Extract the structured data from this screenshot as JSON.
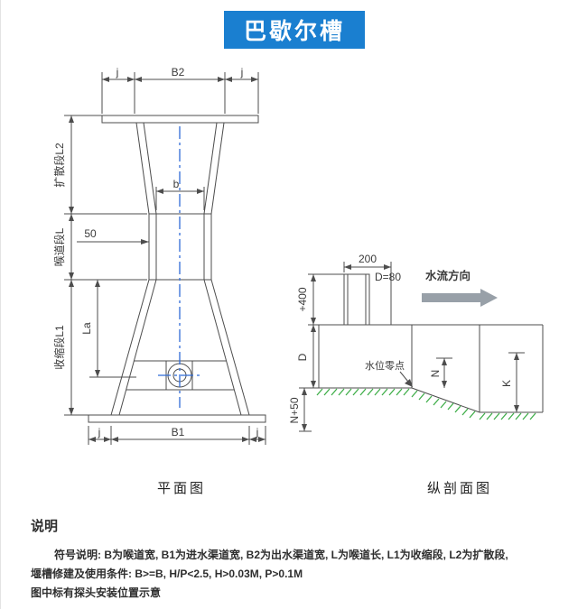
{
  "title": "巴歇尔槽",
  "plan": {
    "caption": "平面图",
    "dim_j_top_left": "j",
    "dim_b2": "B2",
    "dim_j_top_right": "j",
    "seg_l2": "扩散段L2",
    "seg_l": "喉道段L",
    "seg_l1": "收缩段L1",
    "dim_b": "b",
    "dim_50": "50",
    "dim_la": "La",
    "dim_j_bottom_left": "j",
    "dim_b1": "B1",
    "dim_j_bottom_right": "j"
  },
  "section": {
    "caption": "纵剖面图",
    "dim_200": "200",
    "dim_d80": "D=80",
    "flow_label": "水流方向",
    "dim_400": "+400",
    "dim_d": "D",
    "zero_label": "水位零点",
    "dim_n": "N",
    "dim_k": "K",
    "dim_n50": "N+50"
  },
  "notes": {
    "heading": "说明",
    "line1": "符号说明: B为喉道宽, B1为进水渠道宽, B2为出水渠道宽, L为喉道长, L1为收缩段, L2为扩散段,",
    "line2": "堰槽修建及使用条件: B>=B, H/P<2.5, H>0.03M, P>0.1M",
    "line3": "图中标有探头安装位置示意"
  },
  "colors": {
    "banner_bg": "#1a7fd0",
    "line": "#4d4d4d",
    "centerline": "#2f6bd7",
    "hatch_green": "#3fae49",
    "flow_arrow_gray": "#98a0a8"
  }
}
